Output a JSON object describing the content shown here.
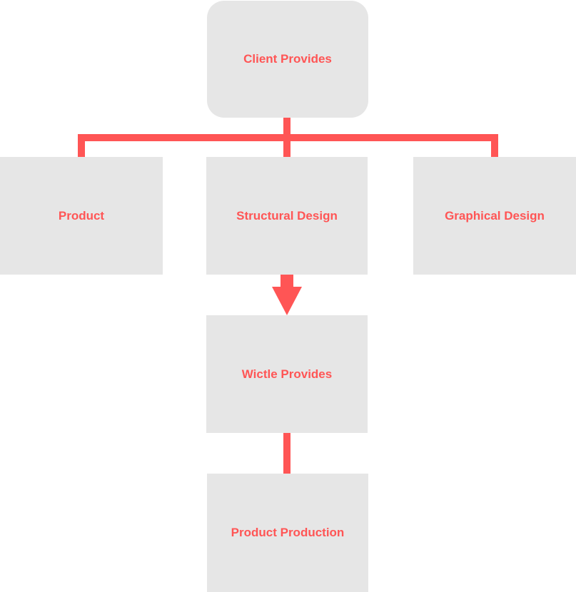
{
  "colors": {
    "node_fill": "#e6e6e6",
    "accent": "#ff5555"
  },
  "nodes": {
    "client_provides": "Client Provides",
    "product": "Product",
    "structural_design": "Structural Design",
    "graphical_design": "Graphical Design",
    "wictle_provides": "Wictle Provides",
    "product_production": "Product Production"
  }
}
